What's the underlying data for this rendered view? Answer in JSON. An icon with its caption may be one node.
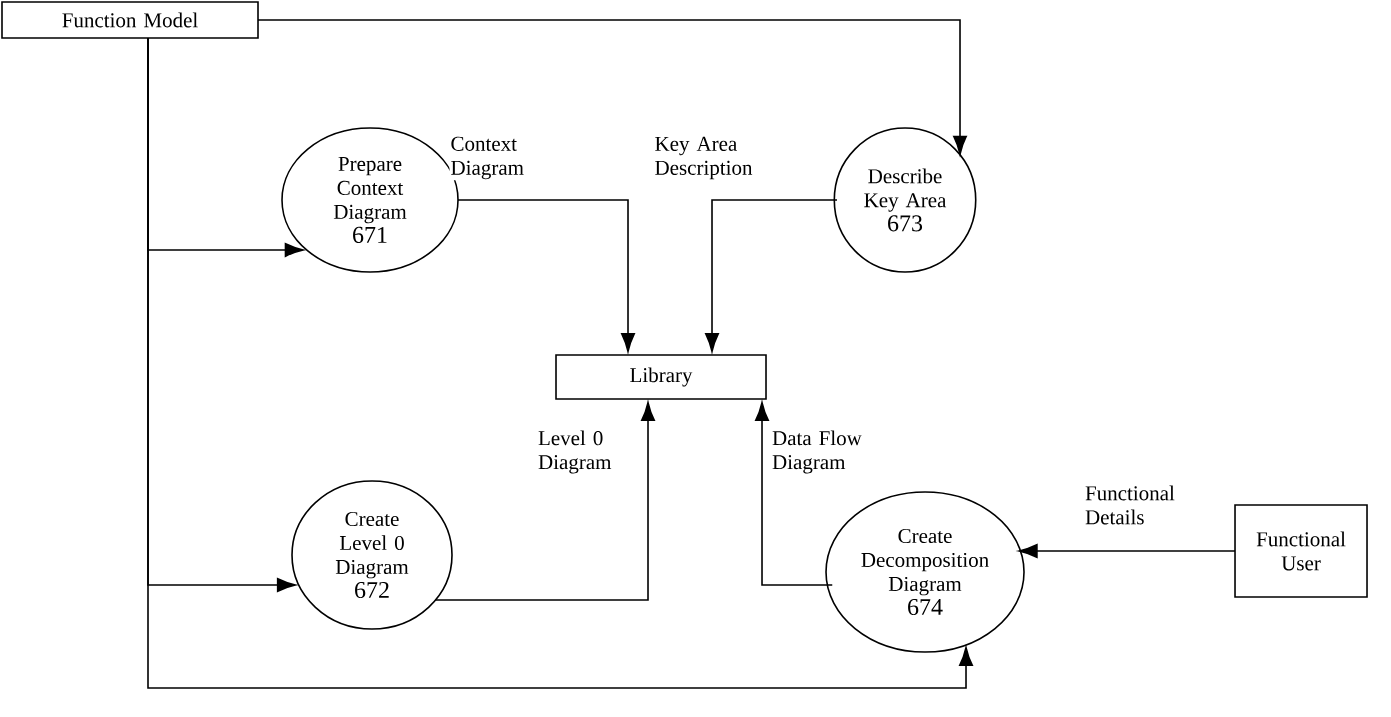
{
  "diagram": {
    "nodes": [
      {
        "text": [
          "Function Model"
        ]
      },
      {
        "text": [
          "Prepare Context Diagram",
          "671"
        ]
      },
      {
        "text": [
          "Describe Key Area",
          "673"
        ]
      },
      {
        "text": [
          "Library"
        ]
      },
      {
        "text": [
          "Create Level 0 Diagram",
          "672"
        ]
      },
      {
        "text": [
          "Create Decomposition Diagram",
          "674"
        ]
      },
      {
        "text": [
          "Functional User"
        ]
      }
    ],
    "edges": [
      {
        "from": 0,
        "to": 2,
        "arrow": "to"
      },
      {
        "from": 0,
        "to": 1,
        "arrow": "to"
      },
      {
        "from": 0,
        "to": 4,
        "arrow": "to"
      },
      {
        "from": 0,
        "to": 5,
        "arrow": "to"
      },
      {
        "from": 1,
        "to": 3,
        "arrow": "to",
        "label": "Context Diagram"
      },
      {
        "from": 2,
        "to": 3,
        "arrow": "to",
        "label": "Key Area Description"
      },
      {
        "from": 4,
        "to": 3,
        "arrow": "to",
        "label": "Level 0 Diagram"
      },
      {
        "from": 5,
        "to": 3,
        "arrow": "to",
        "label": "Data Flow Diagram"
      },
      {
        "from": 6,
        "to": 5,
        "arrow": "to",
        "label": "Functional Details"
      }
    ]
  }
}
